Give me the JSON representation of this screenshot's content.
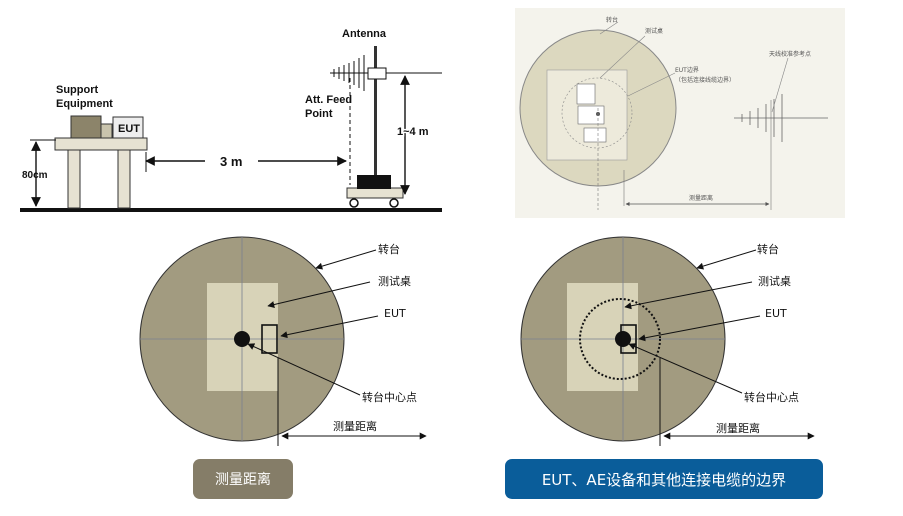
{
  "top_left": {
    "support_equipment_label_line1": "Support",
    "support_equipment_label_line2": "Equipment",
    "eut_label": "EUT",
    "height_label": "80cm",
    "distance_label": "3 m",
    "antenna_label": "Antenna",
    "feed_point_label_line1": "Att. Feed",
    "feed_point_label_line2": "Point",
    "antenna_height_label": "1~4 m"
  },
  "top_right": {
    "turntable_label": "转台",
    "table_label": "测试桌",
    "eut_boundary_line1": "EUT边界",
    "eut_boundary_line2": "（包括连接线缆边界）",
    "antenna_ref_label": "天线校准参考点",
    "distance_label": "测量距离"
  },
  "bottom_left": {
    "turntable_label": "转台",
    "table_label": "测试桌",
    "eut_label": "EUT",
    "center_label": "转台中心点",
    "distance_label": "测量距离"
  },
  "bottom_right": {
    "turntable_label": "转台",
    "table_label": "测试桌",
    "eut_label": "EUT",
    "center_label": "转台中心点",
    "distance_label": "测量距离"
  },
  "buttons": {
    "left_label": "测量距离",
    "right_label": "EUT、AE设备和其他连接电缆的边界"
  },
  "colors": {
    "turntable": "#a29b80",
    "table": "#d8d3b8",
    "left_button": "#857d68",
    "right_button": "#0a5d9a"
  }
}
